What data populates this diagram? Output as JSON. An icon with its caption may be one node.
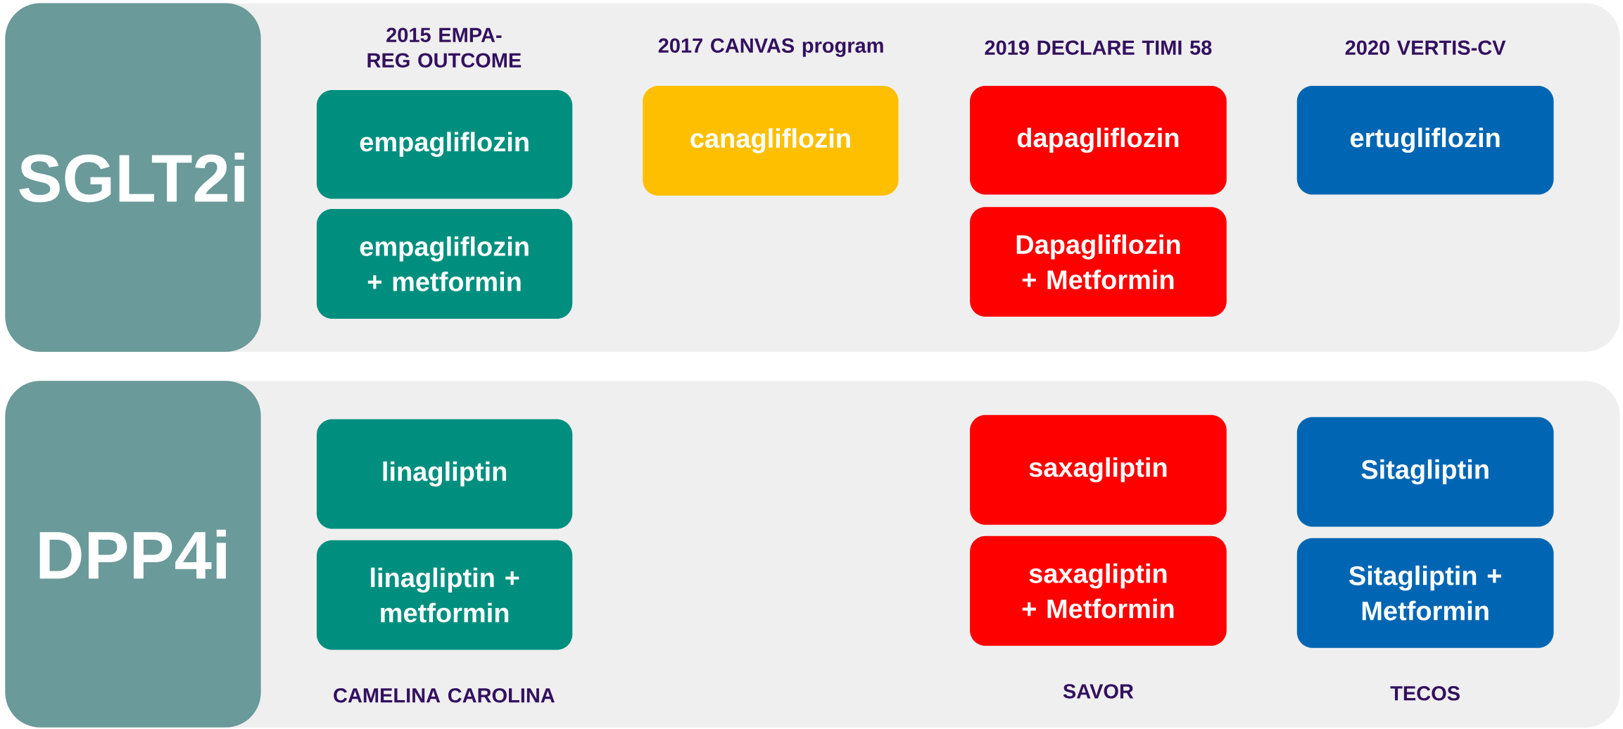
{
  "diagram": {
    "nodes": [
      {
        "text": [
          "SGLT2i"
        ]
      },
      {
        "text": [
          "empagliflozin"
        ]
      },
      {
        "text": [
          "canagliflozin"
        ]
      },
      {
        "text": [
          "dapagliflozin"
        ]
      },
      {
        "text": [
          "ertugliflozin"
        ]
      },
      {
        "text": [
          "empagliflozin + metformin"
        ]
      },
      {
        "text": [
          "Dapagliflozin + Metformin"
        ]
      },
      {
        "text": [
          "DPP4i"
        ]
      },
      {
        "text": [
          "linagliptin"
        ]
      },
      {
        "text": [
          "saxagliptin"
        ]
      },
      {
        "text": [
          "Sitagliptin"
        ]
      },
      {
        "text": [
          "linagliptin + metformin"
        ]
      },
      {
        "text": [
          "saxagliptin + Metformin"
        ]
      },
      {
        "text": [
          "Sitagliptin + Metformin"
        ]
      }
    ],
    "edges": [],
    "labels": [
      "2015 EMPA-REG OUTCOME",
      "2017 CANVAS program",
      "2019 DECLARE TIMI 58",
      "2020 VERTIS-CV",
      "CAMELINA CAROLINA",
      "SAVOR",
      "TECOS"
    ]
  }
}
